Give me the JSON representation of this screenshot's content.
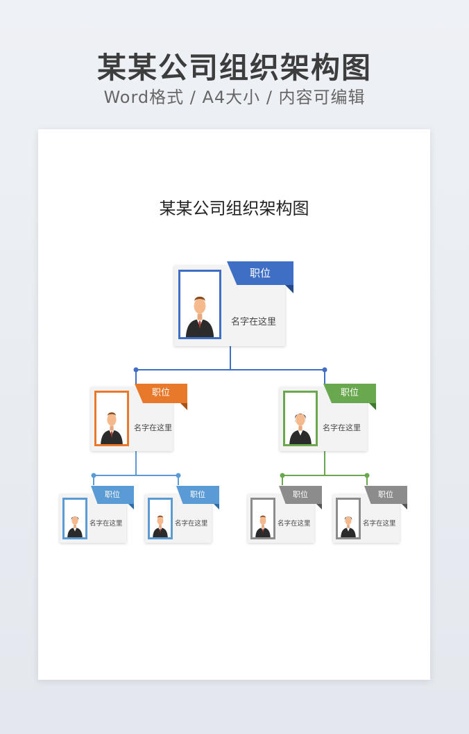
{
  "header": {
    "title": "某某公司组织架构图",
    "subtitle": "Word格式 / A4大小 / 内容可编辑"
  },
  "document": {
    "title": "某某公司组织架构图"
  },
  "colors": {
    "blue": "#3f6fc4",
    "blue_dark": "#27498a",
    "orange": "#e8782a",
    "orange_dark": "#a8521a",
    "green": "#6aa84f",
    "green_dark": "#3f7a2c",
    "light_blue": "#5b9bd5",
    "light_blue_dark": "#2e6ca6",
    "gray": "#8c8c8c",
    "gray_dark": "#555555"
  },
  "nodes": {
    "top": {
      "role": "职位",
      "name": "名字在这里",
      "icon": "male-avatar-icon",
      "color": "blue"
    },
    "left": {
      "role": "职位",
      "name": "名字在这里",
      "icon": "male-avatar-icon",
      "color": "orange"
    },
    "right": {
      "role": "职位",
      "name": "名字在这里",
      "icon": "female-avatar-icon",
      "color": "green"
    },
    "left_child_1": {
      "role": "职位",
      "name": "名字在这里",
      "icon": "female-avatar-icon",
      "color": "light_blue"
    },
    "left_child_2": {
      "role": "职位",
      "name": "名字在这里",
      "icon": "male-avatar-icon",
      "color": "light_blue"
    },
    "right_child_1": {
      "role": "职位",
      "name": "名字在这里",
      "icon": "male-avatar-icon",
      "color": "gray"
    },
    "right_child_2": {
      "role": "职位",
      "name": "名字在这里",
      "icon": "female-avatar-icon",
      "color": "gray"
    }
  }
}
